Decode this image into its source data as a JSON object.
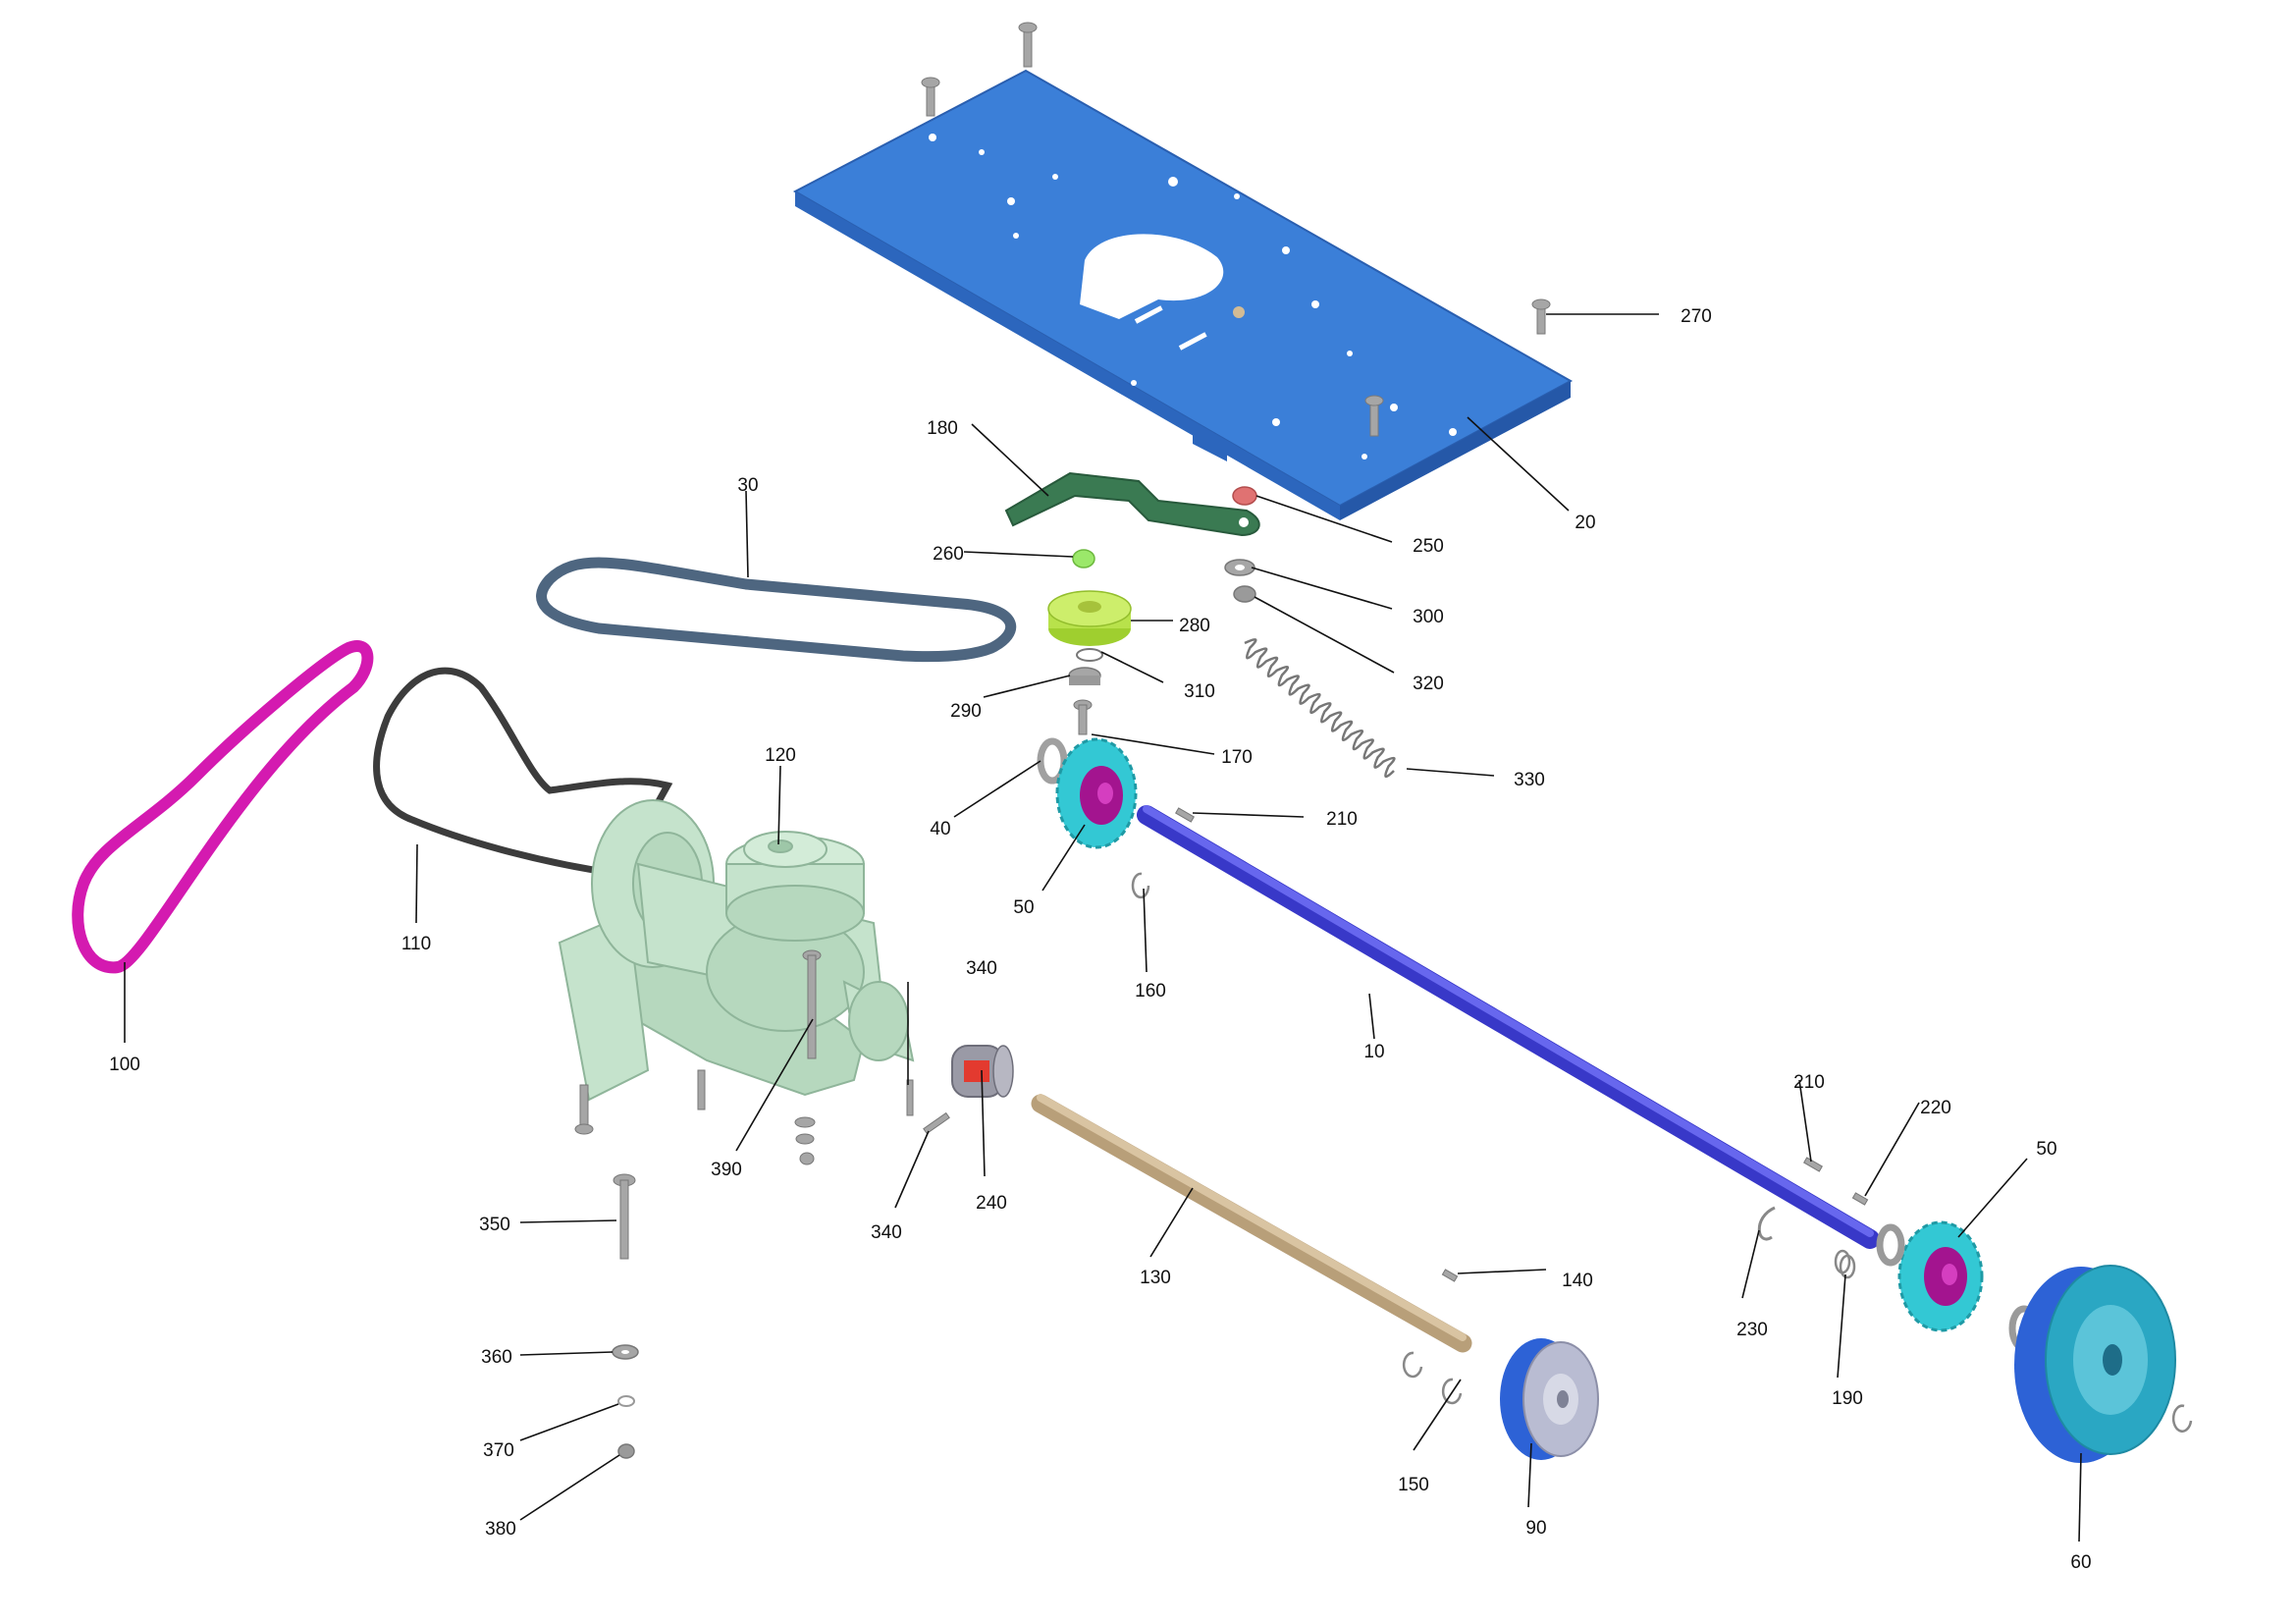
{
  "colors": {
    "frame_plate": "#3b7fd8",
    "drive_shaft": "#4a4ae6",
    "shaft_130": "#d2bb95",
    "sprocket": "#33c8d4",
    "sprocket_hub": "#a3148f",
    "pink_belt": "#d41ab0",
    "dark_belt": "#3c3c3c",
    "v_belt_30": "#4e6680",
    "gearbox": "#c5e3cc",
    "tension_arm": "#3a7a52",
    "idler_pulley": "#b8e24b",
    "pulley_rim": "#2d62d6",
    "pulley_face": "#b9bcd2",
    "pulley_60": "#2aa7c3",
    "hardware": "#a6a6a6",
    "coupling": "#9a9aa6",
    "coupling_insert": "#e33a2f",
    "nut_250": "#e07272",
    "bushing_260": "#9be86a"
  },
  "callouts": [
    {
      "id": "10",
      "label": "10"
    },
    {
      "id": "20",
      "label": "20"
    },
    {
      "id": "30",
      "label": "30"
    },
    {
      "id": "40",
      "label": "40"
    },
    {
      "id": "50a",
      "label": "50"
    },
    {
      "id": "50b",
      "label": "50"
    },
    {
      "id": "60",
      "label": "60"
    },
    {
      "id": "90",
      "label": "90"
    },
    {
      "id": "100",
      "label": "100"
    },
    {
      "id": "110",
      "label": "110"
    },
    {
      "id": "120",
      "label": "120"
    },
    {
      "id": "130",
      "label": "130"
    },
    {
      "id": "140",
      "label": "140"
    },
    {
      "id": "150",
      "label": "150"
    },
    {
      "id": "160",
      "label": "160"
    },
    {
      "id": "170",
      "label": "170"
    },
    {
      "id": "180",
      "label": "180"
    },
    {
      "id": "190",
      "label": "190"
    },
    {
      "id": "210a",
      "label": "210"
    },
    {
      "id": "210b",
      "label": "210"
    },
    {
      "id": "220",
      "label": "220"
    },
    {
      "id": "230",
      "label": "230"
    },
    {
      "id": "240",
      "label": "240"
    },
    {
      "id": "250",
      "label": "250"
    },
    {
      "id": "260",
      "label": "260"
    },
    {
      "id": "270",
      "label": "270"
    },
    {
      "id": "280",
      "label": "280"
    },
    {
      "id": "290",
      "label": "290"
    },
    {
      "id": "300",
      "label": "300"
    },
    {
      "id": "310",
      "label": "310"
    },
    {
      "id": "320",
      "label": "320"
    },
    {
      "id": "330",
      "label": "330"
    },
    {
      "id": "340a",
      "label": "340"
    },
    {
      "id": "340b",
      "label": "340"
    },
    {
      "id": "350",
      "label": "350"
    },
    {
      "id": "360",
      "label": "360"
    },
    {
      "id": "370",
      "label": "370"
    },
    {
      "id": "380",
      "label": "380"
    },
    {
      "id": "390",
      "label": "390"
    }
  ]
}
